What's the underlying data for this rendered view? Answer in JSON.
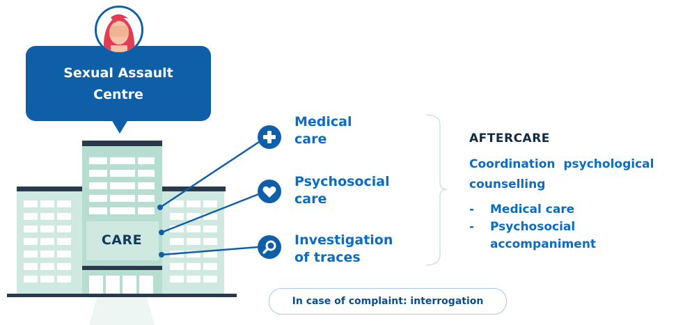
{
  "colors": {
    "primary_blue": "#0f5fa8",
    "text_blue": "#0a6cc2",
    "dark_navy": "#0f2a44",
    "building_light": "#cfe9e0",
    "building_mid": "#b7ddd0",
    "building_dark": "#2b3a4a",
    "bracket": "#cfe0ef",
    "avatar_hair": "#e43c52",
    "avatar_skin": "#f7c3a6"
  },
  "avatar": {
    "icon": "crying-woman-icon"
  },
  "bubble": {
    "line1": "Sexual Assault",
    "line2": "Centre"
  },
  "building": {
    "label": "CARE"
  },
  "services": [
    {
      "icon": "plus-icon",
      "line1": "Medical",
      "line2": "care"
    },
    {
      "icon": "heart-icon",
      "line1": "Psychosocial",
      "line2": "care"
    },
    {
      "icon": "magnifier-icon",
      "line1": "Investigation",
      "line2": "of traces"
    }
  ],
  "aftercare": {
    "title": "AFTERCARE",
    "subtitle_line1": "Coordination  psychological",
    "subtitle_line2": "counselling",
    "bullet_char": "-",
    "items": [
      {
        "line1": "Medical care"
      },
      {
        "line1": "Psychosocial",
        "line2": "accompaniment"
      }
    ]
  },
  "complaint_note": "In case of complaint: interrogation"
}
